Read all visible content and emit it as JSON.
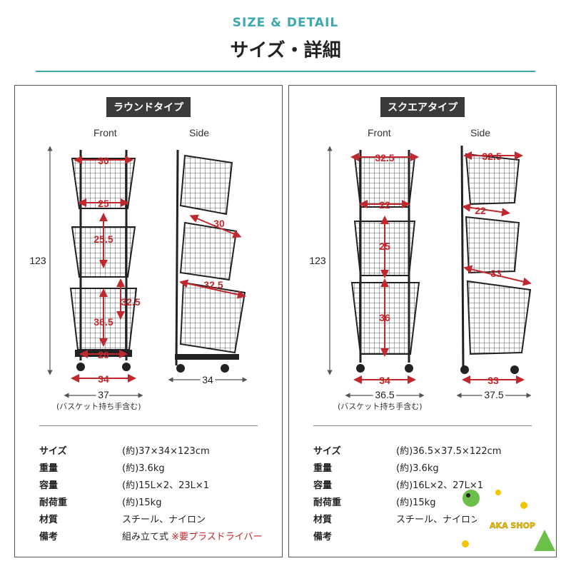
{
  "header": {
    "title_en": "SIZE & DETAIL",
    "title_jp": "サイズ・詳細"
  },
  "round": {
    "badge": "ラウンドタイプ",
    "front_label": "Front",
    "side_label": "Side",
    "height": "123",
    "front_dims": [
      "30",
      "25",
      "25.5",
      "32.5",
      "36.5",
      "26",
      "34",
      "37"
    ],
    "side_dims": [
      "30",
      "32.5",
      "34"
    ],
    "note": "(バスケット持ち手含む)",
    "specs": [
      {
        "key": "サイズ",
        "val": "(約)37×34×123cm"
      },
      {
        "key": "重量",
        "val": "(約)3.6kg"
      },
      {
        "key": "容量",
        "val": "(約)15L×2、23L×1"
      },
      {
        "key": "耐荷重",
        "val": "(約)15kg"
      },
      {
        "key": "材質",
        "val": "スチール、ナイロン"
      },
      {
        "key": "備考",
        "val": "組み立て式",
        "warn": "※要プラスドライバー"
      }
    ]
  },
  "square": {
    "badge": "スクエアタイプ",
    "front_label": "Front",
    "side_label": "Side",
    "height": "123",
    "front_dims": [
      "32.5",
      "22",
      "25",
      "36",
      "34",
      "36.5"
    ],
    "side_dims": [
      "32.5",
      "22",
      "33",
      "33",
      "37.5"
    ],
    "note": "(バスケット持ち手含む)",
    "specs": [
      {
        "key": "サイズ",
        "val": "(約)36.5×37.5×122cm"
      },
      {
        "key": "重量",
        "val": "(約)3.6kg"
      },
      {
        "key": "容量",
        "val": "(約)16L×2、27L×1"
      },
      {
        "key": "耐荷重",
        "val": "(約)15kg"
      },
      {
        "key": "材質",
        "val": "スチール、ナイロン"
      },
      {
        "key": "備考",
        "val": ""
      }
    ]
  },
  "stamp": {
    "text": "AKA SHOP"
  },
  "colors": {
    "accent": "#3fa8ad",
    "dimension": "#c0282d",
    "badge_bg": "#3a3a3a"
  }
}
